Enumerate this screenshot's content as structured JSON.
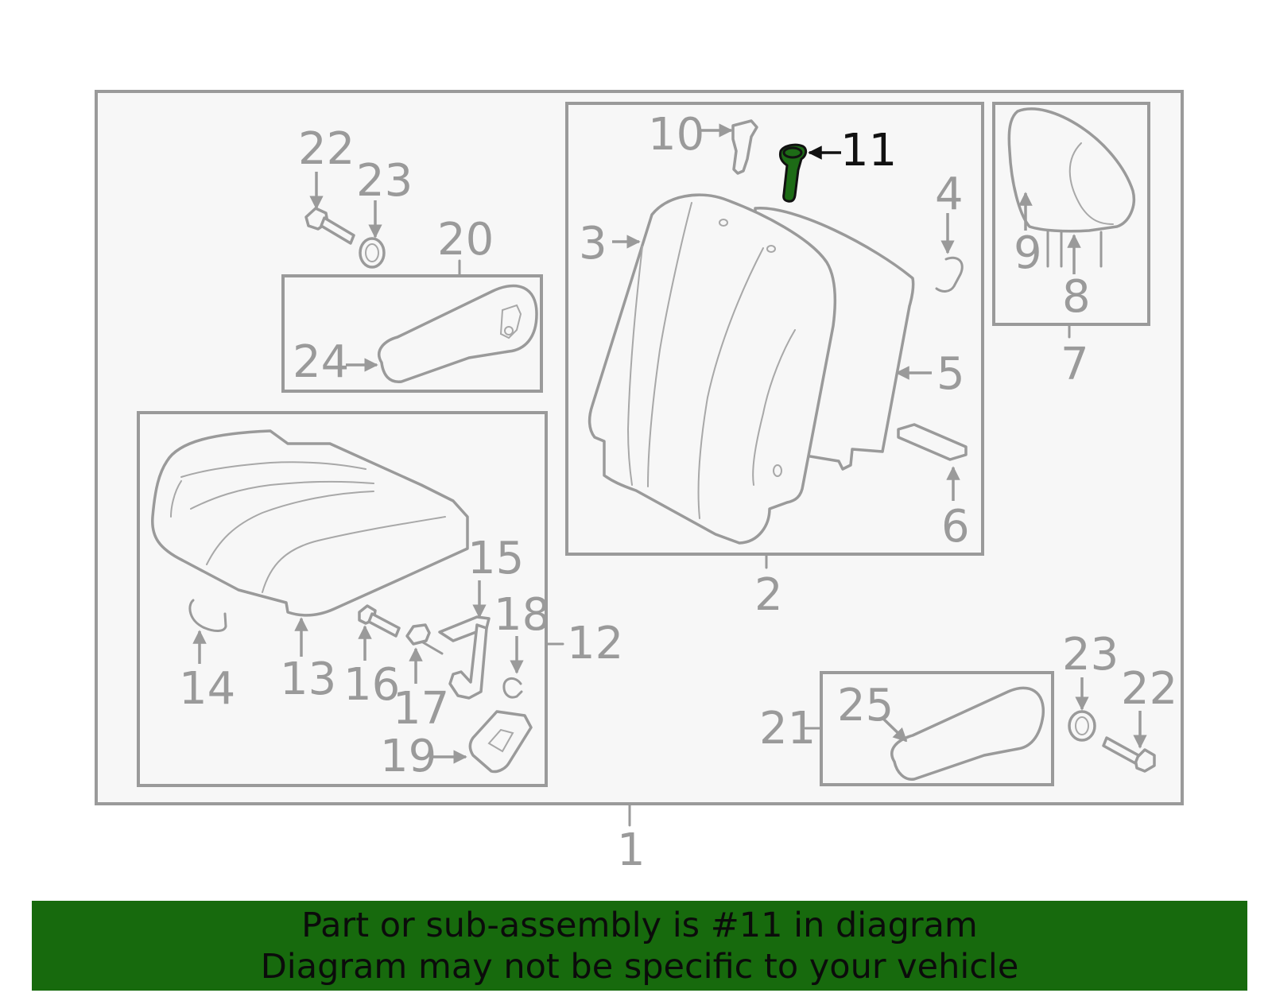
{
  "diagram": {
    "highlighted_part": "11",
    "colors": {
      "line": "#9a9a9a",
      "highlight": "#1d6b16",
      "banner": "#176a0d"
    },
    "labels": {
      "l1": "1",
      "l2": "2",
      "l3": "3",
      "l4": "4",
      "l5": "5",
      "l6": "6",
      "l7": "7",
      "l8": "8",
      "l9": "9",
      "l10": "10",
      "l11": "11",
      "l12": "12",
      "l13": "13",
      "l14": "14",
      "l15": "15",
      "l16": "16",
      "l17": "17",
      "l18": "18",
      "l19": "19",
      "l20": "20",
      "l21": "21",
      "l22a": "22",
      "l22b": "22",
      "l23a": "23",
      "l23b": "23",
      "l24": "24",
      "l25": "25"
    }
  },
  "banner": {
    "line1": "Part or sub-assembly is #11 in diagram",
    "line2": "Diagram may not be specific to your vehicle"
  }
}
